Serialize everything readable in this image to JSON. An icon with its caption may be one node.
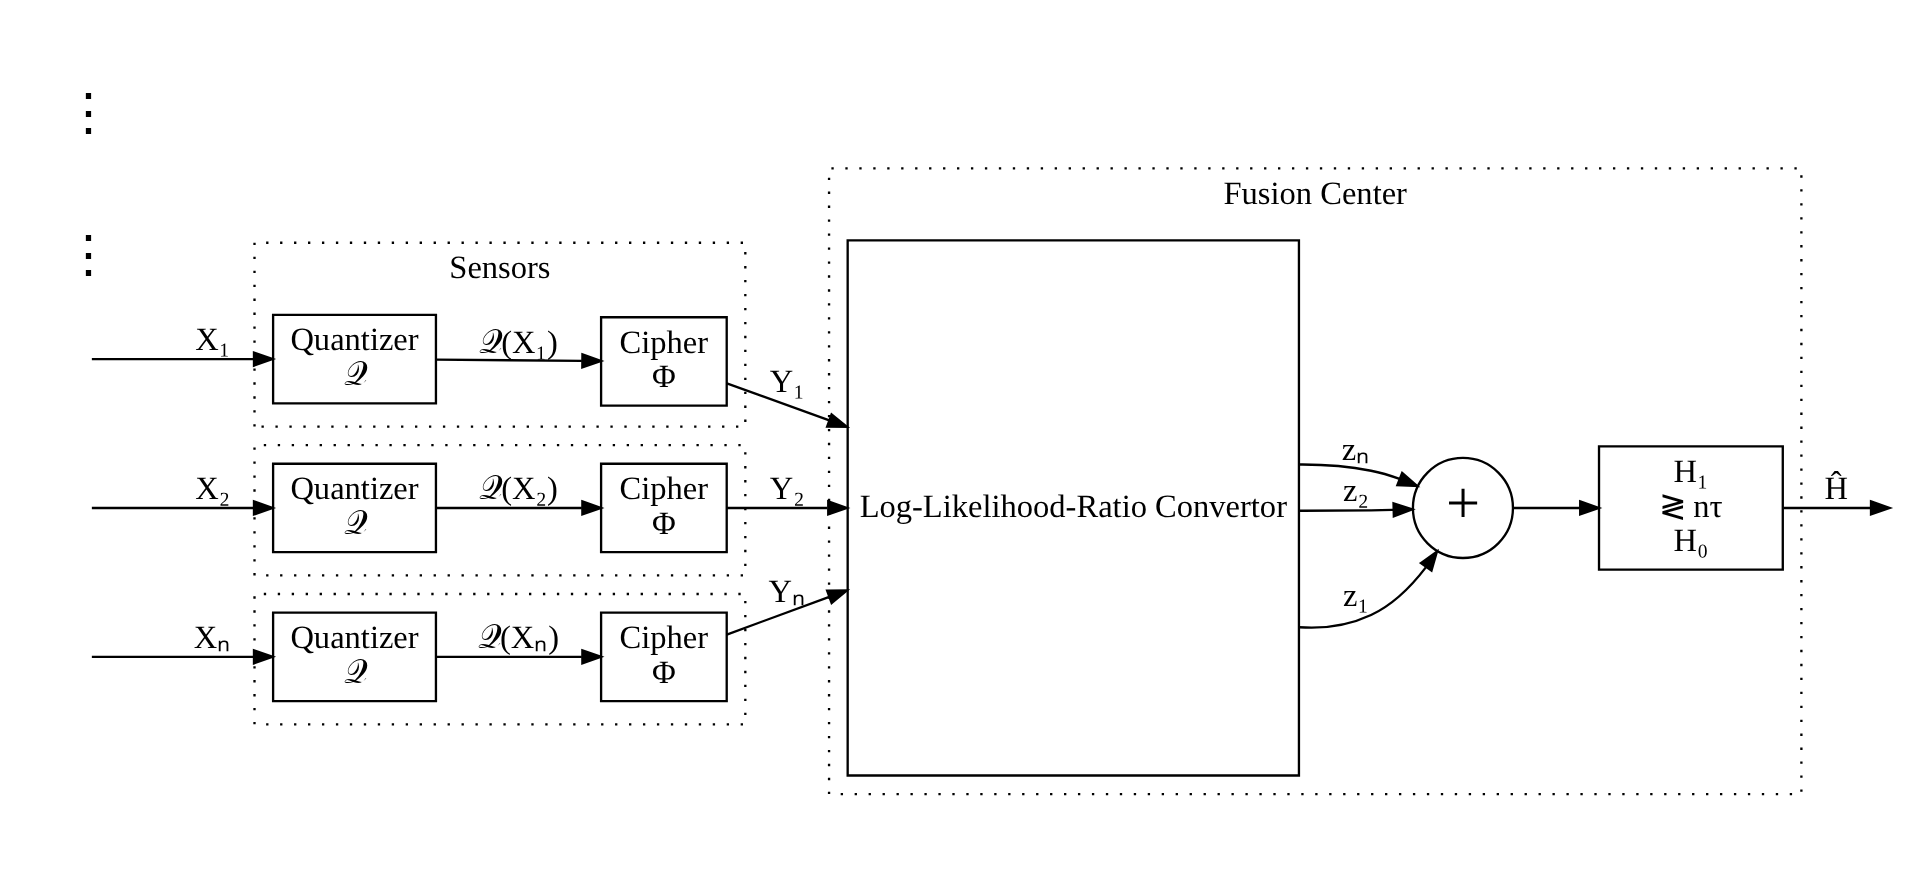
{
  "diagram": {
    "nodes": [
      {
        "text": [
          "Sensors"
        ]
      },
      {
        "text": [
          "Quantizer",
          "𝒬"
        ],
        "in": 0
      },
      {
        "text": [
          "Cipher",
          "Φ"
        ],
        "in": 0
      },
      {
        "text": [],
        "shape": "box"
      },
      {
        "text": [
          "Quantizer",
          "𝒬"
        ],
        "in": 3
      },
      {
        "text": [
          "Cipher",
          "Φ"
        ],
        "in": 3
      },
      {
        "text": [],
        "shape": "box"
      },
      {
        "text": [
          "Quantizer",
          "𝒬"
        ],
        "in": 6
      },
      {
        "text": [
          "Cipher",
          "Φ"
        ],
        "in": 6
      },
      {
        "text": [
          "Fusion Center"
        ]
      },
      {
        "text": [
          "Log-Likelihood-Ratio Convertor"
        ],
        "in": 9
      },
      {
        "text": [
          "+"
        ],
        "in": 9
      },
      {
        "text": [
          "H₁",
          "≷ nτ",
          "H₀"
        ],
        "in": 9
      }
    ],
    "edges": [
      {
        "from": null,
        "to": 1,
        "arrow": "to",
        "label": "X₁"
      },
      {
        "from": 1,
        "to": 2,
        "arrow": "to",
        "label": "𝒬(X₁)"
      },
      {
        "from": 2,
        "to": 10,
        "arrow": "to",
        "label": "Y₁"
      },
      {
        "from": null,
        "to": 4,
        "arrow": "to",
        "label": "X₂"
      },
      {
        "from": 4,
        "to": 5,
        "arrow": "to",
        "label": "𝒬(X₂)"
      },
      {
        "from": 5,
        "to": 10,
        "arrow": "to",
        "label": "Y₂"
      },
      {
        "from": null,
        "to": 7,
        "arrow": "to",
        "label": "Xₙ"
      },
      {
        "from": 7,
        "to": 8,
        "arrow": "to",
        "label": "𝒬(Xₙ)"
      },
      {
        "from": 8,
        "to": 10,
        "arrow": "to",
        "label": "Yₙ"
      },
      {
        "from": 10,
        "to": 11,
        "arrow": "to",
        "label": "z₁"
      },
      {
        "from": 10,
        "to": 11,
        "arrow": "to",
        "label": "z₂"
      },
      {
        "from": 10,
        "to": 11,
        "arrow": "to",
        "label": "zₙ"
      },
      {
        "from": 11,
        "to": 12,
        "arrow": "to"
      },
      {
        "from": 12,
        "to": null,
        "arrow": "to",
        "label": "Ĥ"
      }
    ],
    "labels": [
      "⋮",
      "⋮"
    ]
  }
}
